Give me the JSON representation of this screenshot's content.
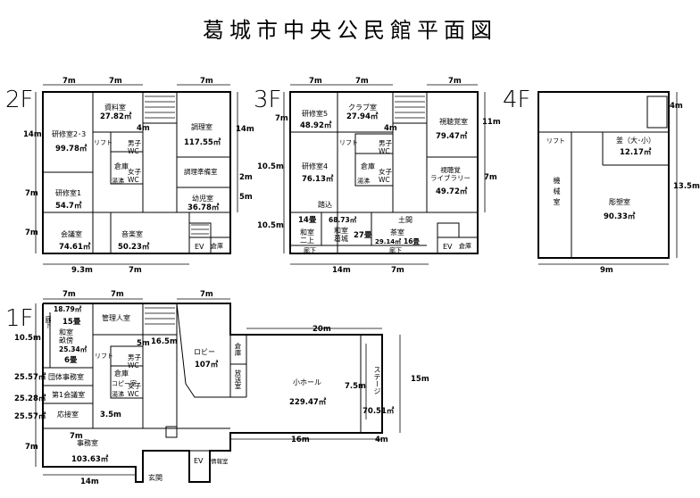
{
  "title": "葛城市中央公民館平面図",
  "floors": {
    "f2": {
      "label": "2F",
      "rooms": {
        "kenshu23": {
          "name": "研修室2･3",
          "area": "99.78㎡"
        },
        "shiryo": {
          "name": "資料室",
          "area": "27.82㎡"
        },
        "chori": {
          "name": "調理室",
          "area": "117.55㎡"
        },
        "kenshu1": {
          "name": "研修室1",
          "area": "54.7㎡"
        },
        "lift": "リフト",
        "wc_m": "男子\nWC",
        "soko": "倉庫",
        "yuto": "湯沸",
        "wc_f": "女子\nWC",
        "junbi": "調理準備室",
        "yoji": {
          "name": "幼児室",
          "area": "36.78㎡"
        },
        "kaigi": {
          "name": "会議室",
          "area": "74.61㎡"
        },
        "ongaku": {
          "name": "音楽室",
          "area": "50.23㎡"
        },
        "ev": "EV",
        "soko2": "倉庫"
      },
      "dims": {
        "top1": "7m",
        "top2": "7m",
        "top3": "7m",
        "left1": "14m",
        "left2": "7m",
        "left3": "7m",
        "right1": "14m",
        "right2": "2m",
        "right3": "5m",
        "inner": "4m",
        "bot1": "9.3m",
        "bot2": "7m"
      }
    },
    "f3": {
      "label": "3F",
      "rooms": {
        "kenshu5": {
          "name": "研修室5",
          "area": "48.92㎡"
        },
        "club": {
          "name": "クラブ室",
          "area": "27.94㎡"
        },
        "shichokaku": {
          "name": "視聴覚室",
          "area": "79.47㎡"
        },
        "kenshu4": {
          "name": "研修室4",
          "area": "76.13㎡"
        },
        "lift": "リフト",
        "wc_m": "男子\nWC",
        "soko": "倉庫",
        "yuto": "湯沸",
        "wc_f": "女子\nWC",
        "library": {
          "name": "視聴覚\nライブラリー",
          "area": "49.72㎡"
        },
        "fumikomi": "踏込",
        "washitsu_nijo": {
          "size": "14畳",
          "name": "和室\n二上"
        },
        "washitsu_katsuragi": {
          "area": "68.73㎡",
          "name": "和室\n葛城",
          "size": "27畳"
        },
        "doma": "土間",
        "chashitsu": {
          "name": "茶室",
          "area": "29.14㎡",
          "size": "16畳"
        },
        "roka": "廊下",
        "roka2": "廊下",
        "ev": "EV",
        "soko2": "倉庫"
      },
      "dims": {
        "top1": "7m",
        "top2": "7m",
        "top3": "7m",
        "left1": "7m",
        "left2": "10.5m",
        "left3": "10.5m",
        "right1": "11m",
        "right2": "7m",
        "inner": "4m",
        "bot1": "14m",
        "bot2": "7m"
      }
    },
    "f4": {
      "label": "4F",
      "rooms": {
        "lift": "リフト",
        "kama": {
          "name": "釜（大･小）",
          "area": "12.17㎡"
        },
        "kikai": "機械室",
        "chokoku": {
          "name": "彫塑室",
          "area": "90.33㎡"
        }
      },
      "dims": {
        "right1": "4m",
        "right2": "13.5m",
        "bot": "9m"
      }
    },
    "f1": {
      "label": "1F",
      "rooms": {
        "dantai_small": "18.79㎡",
        "washitsu": {
          "size": "15畳",
          "name": "和室\n畝傍",
          "area": "25.34㎡",
          "size2": "6畳"
        },
        "roka": "廊下",
        "kanri": "管理人室",
        "lobby": {
          "name": "ロビー",
          "area": "107㎡"
        },
        "soko": "倉庫",
        "hoso": "放送室",
        "hall": {
          "name": "小ホール",
          "area": "229.47㎡"
        },
        "stage": {
          "name": "ステージ",
          "area": "70.51㎡"
        },
        "lift": "リフト",
        "wc_m": "男子\nWC",
        "soko2": "倉庫",
        "copy": "コピー室",
        "yuto": "湯沸",
        "wc_f": "女子\nWC",
        "dantai": "団体事務室",
        "kaigi1": "第1会議室",
        "oseki": "応接室",
        "jimu": {
          "name": "事務室",
          "area": "103.63㎡"
        },
        "ev": "EV",
        "joho": "情報室",
        "genkan": "玄関"
      },
      "dims": {
        "top1": "7m",
        "top2": "7m",
        "top3": "7m",
        "top4": "20m",
        "left1": "10.5m",
        "left2": "25.57㎡",
        "left3": "25.28㎡",
        "left4": "25.57㎡",
        "left5": "7m",
        "in1": "5m",
        "in2": "16.5m",
        "in3": "3.5m",
        "in4": "7.5m",
        "right": "15m",
        "bot1": "7m",
        "bot2": "14m",
        "bot3": "16m",
        "bot4": "4m"
      }
    }
  }
}
